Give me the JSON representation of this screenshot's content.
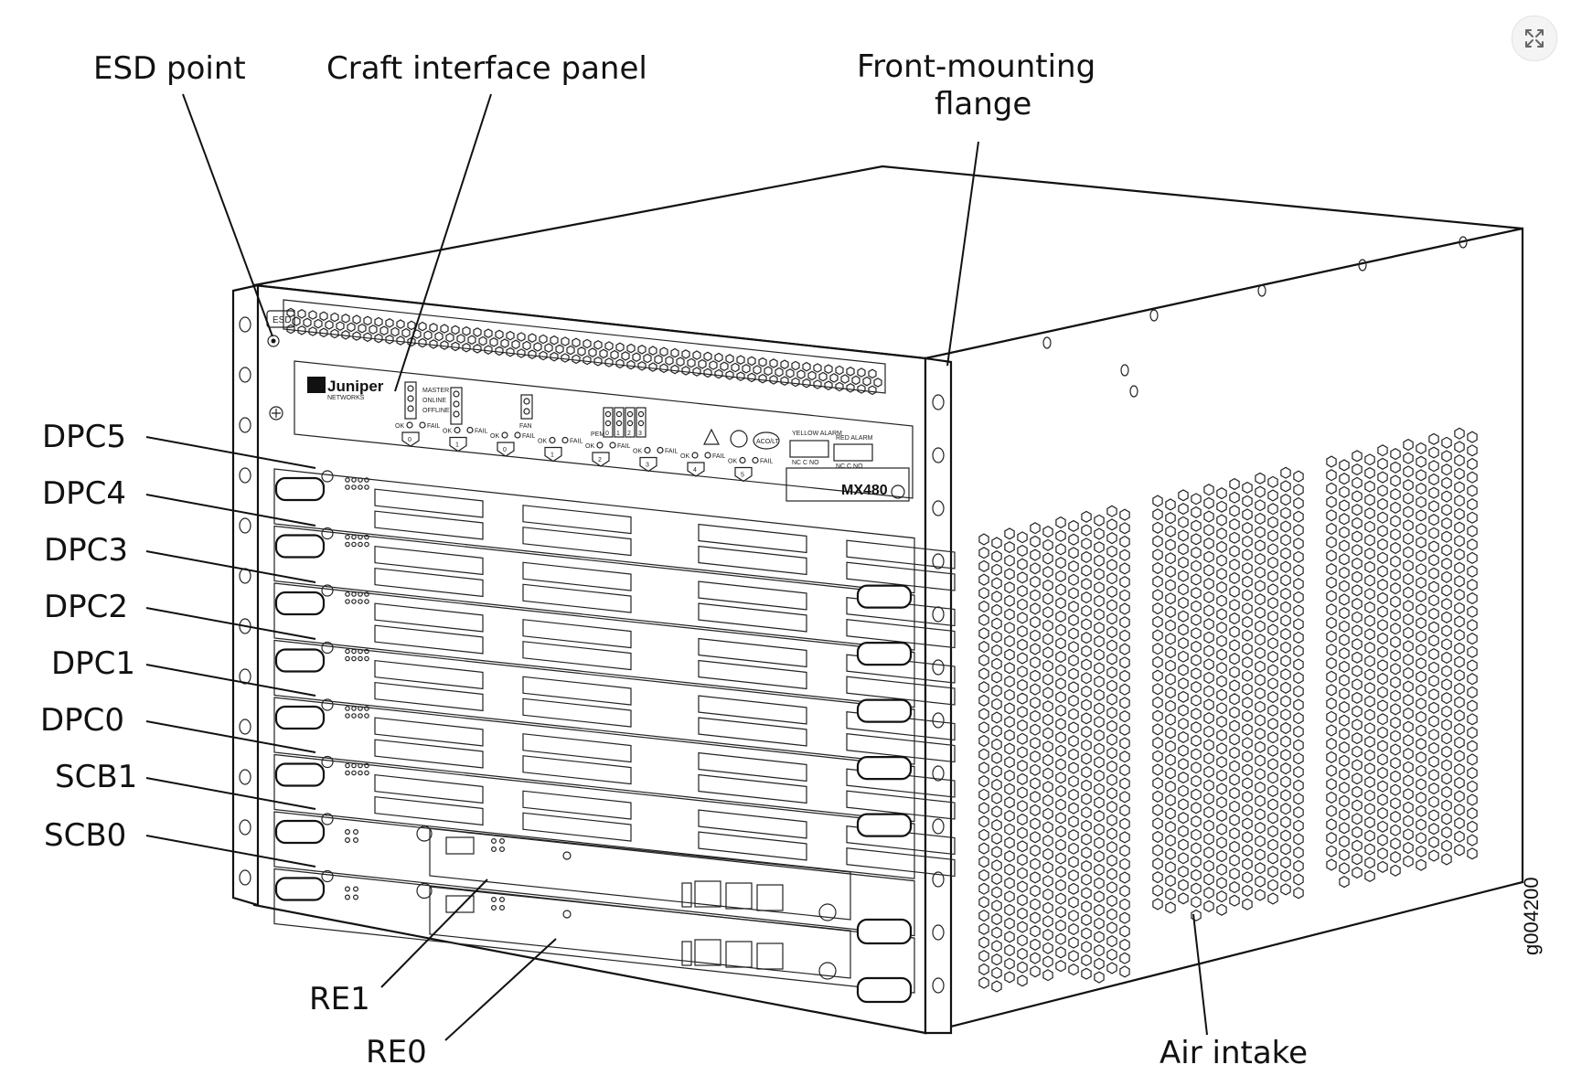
{
  "diagram": {
    "callouts": {
      "esd_point": "ESD point",
      "craft_interface_panel": "Craft interface panel",
      "front_mounting_flange_line1": "Front-mounting",
      "front_mounting_flange_line2": "flange",
      "dpc5": "DPC5",
      "dpc4": "DPC4",
      "dpc3": "DPC3",
      "dpc2": "DPC2",
      "dpc1": "DPC1",
      "dpc0": "DPC0",
      "scb1": "SCB1",
      "scb0": "SCB0",
      "re1": "RE1",
      "re0": "RE0",
      "air_intake": "Air intake"
    },
    "figure_id": "g004200",
    "panel": {
      "esd_tag": "ESD",
      "brand": "Juniper",
      "brand_sub": "NETWORKS",
      "led_labels": [
        "MASTER",
        "ONLINE",
        "OFFLINE"
      ],
      "fan_label": "FAN",
      "pem_label": "PEM",
      "pem_numbers": [
        "0",
        "1",
        "2",
        "3"
      ],
      "acoff_label": "ACO/LT",
      "yellow_alarm": "YELLOW ALARM",
      "red_alarm": "RED ALARM",
      "alarm_contacts": "NC C NO",
      "model": "MX480",
      "slot_ok": "OK",
      "slot_fail": "FAIL",
      "slot_numbers": [
        "0",
        "1",
        "0",
        "1",
        "2",
        "3",
        "4",
        "5"
      ]
    }
  },
  "ui": {
    "expand_icon": "expand-arrows-icon"
  }
}
